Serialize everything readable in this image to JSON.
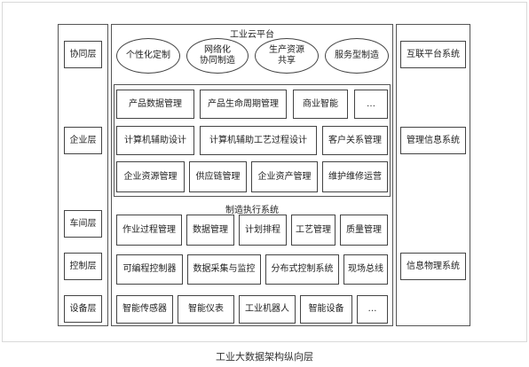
{
  "layers": [
    "协同层",
    "企业层",
    "车间层",
    "控制层",
    "设备层"
  ],
  "cloud": {
    "title": "工业云平台",
    "ovals": [
      "个性化定制",
      "网络化\n协同制造",
      "生产资源\n共享",
      "服务型制造"
    ],
    "row1": [
      "产品数据管理",
      "产品生命周期管理",
      "商业智能",
      "…"
    ],
    "row2": [
      "计算机辅助设计",
      "计算机辅助工艺过程设计",
      "客户关系管理"
    ],
    "row3": [
      "企业资源管理",
      "供应链管理",
      "企业资产管理",
      "维护维修运营"
    ]
  },
  "mes": {
    "title": "制造执行系统",
    "row": [
      "作业过程管理",
      "数据管理",
      "计划排程",
      "工艺管理",
      "质量管理"
    ]
  },
  "control": [
    "可编程控制器",
    "数据采集与监控",
    "分布式控制系统",
    "现场总线"
  ],
  "devices": [
    "智能传感器",
    "智能仪表",
    "工业机器人",
    "智能设备",
    "…"
  ],
  "right": [
    "互联平台系统",
    "管理信息系统",
    "信息物理系统"
  ],
  "caption": "工业大数据架构纵向层"
}
